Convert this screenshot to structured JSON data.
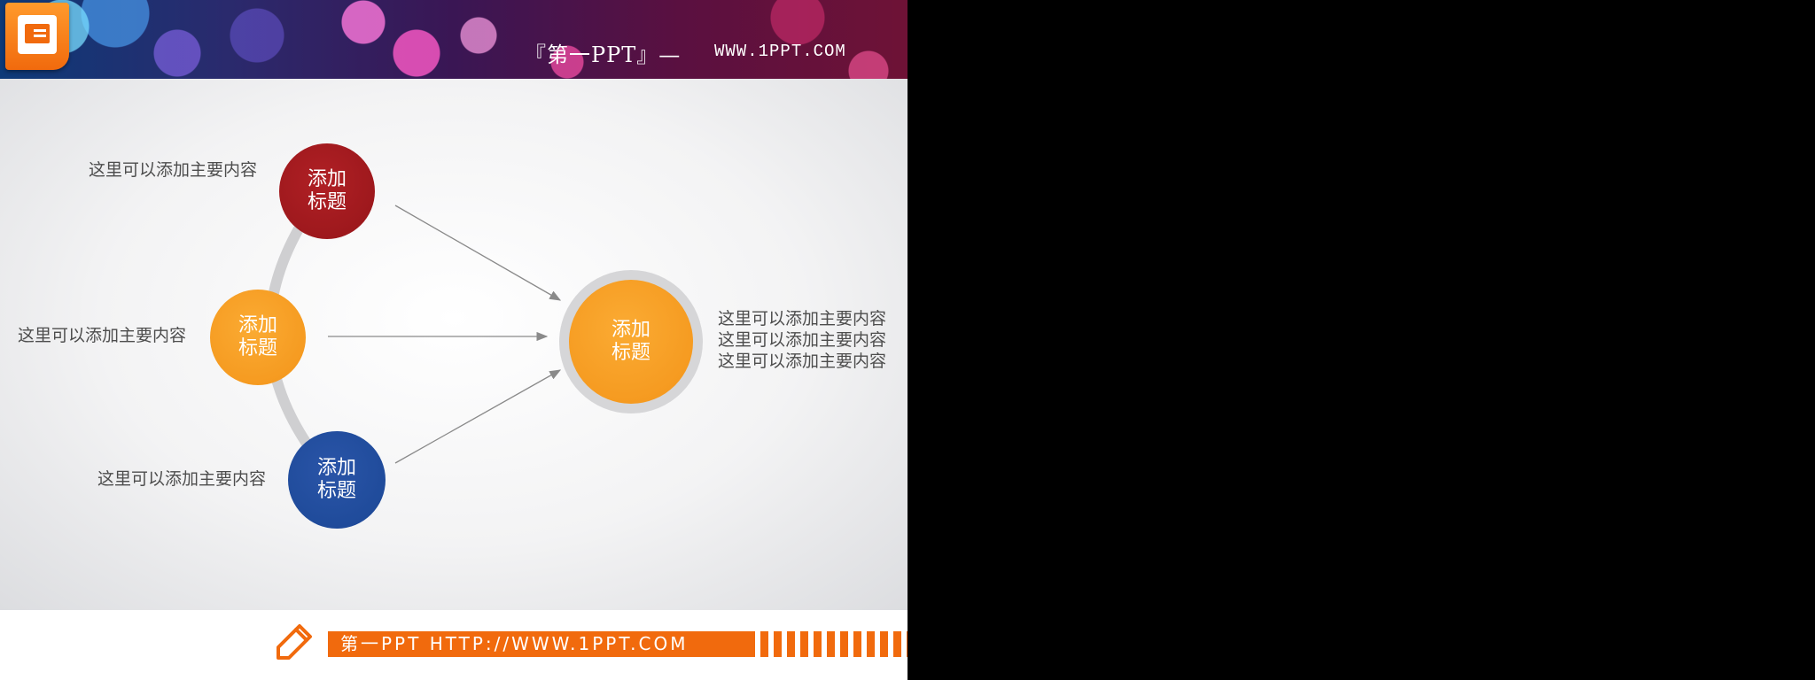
{
  "header": {
    "brand": "『第一PPT』—",
    "url": "WWW.1PPT.COM"
  },
  "nodes": {
    "top": {
      "line1": "添加",
      "line2": "标题",
      "color": "#a11b1f"
    },
    "middle": {
      "line1": "添加",
      "line2": "标题",
      "color": "#f39c1f"
    },
    "bottom": {
      "line1": "添加",
      "line2": "标题",
      "color": "#1f4e9e"
    },
    "center": {
      "line1": "添加",
      "line2": "标题",
      "color": "#f39c1f"
    }
  },
  "labels": {
    "top": "这里可以添加主要内容",
    "middle": "这里可以添加主要内容",
    "bottom": "这里可以添加主要内容",
    "right": [
      "这里可以添加主要内容",
      "这里可以添加主要内容",
      "这里可以添加主要内容"
    ]
  },
  "footer": {
    "text": "第一PPT HTTP://WWW.1PPT.COM",
    "accent": "#f16a0d"
  }
}
